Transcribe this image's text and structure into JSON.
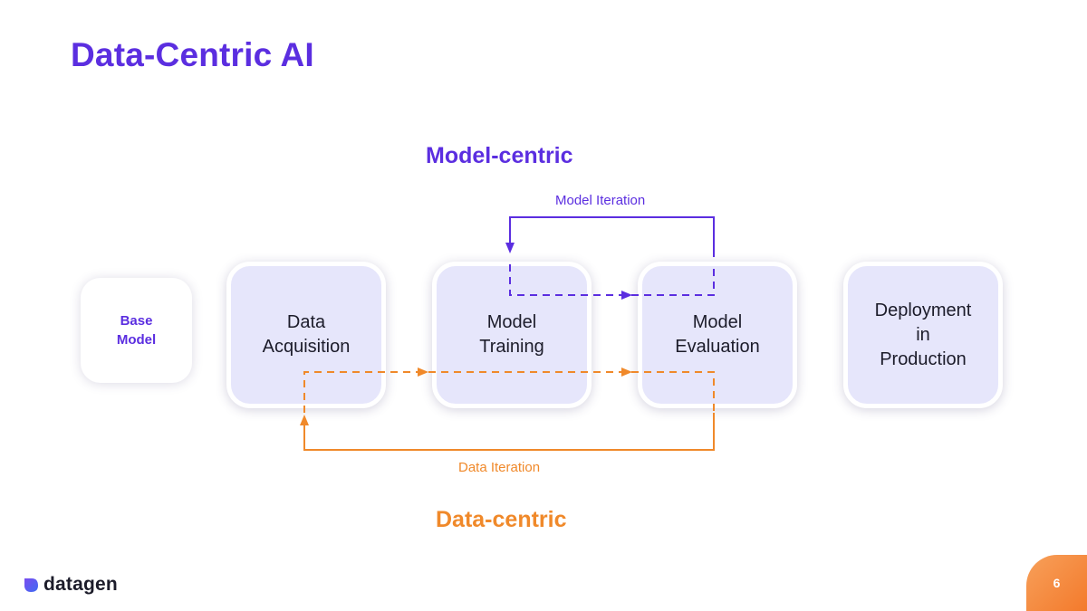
{
  "slide": {
    "title": "Data-Centric AI",
    "page_number": "6"
  },
  "labels": {
    "model_centric": "Model-centric",
    "data_centric": "Data-centric",
    "model_iteration": "Model Iteration",
    "data_iteration": "Data Iteration"
  },
  "nodes": {
    "base_model": [
      "Base",
      "Model"
    ],
    "data_acquisition": [
      "Data",
      "Acquisition"
    ],
    "model_training": [
      "Model",
      "Training"
    ],
    "model_evaluation": [
      "Model",
      "Evaluation"
    ],
    "deployment": [
      "Deployment",
      "in",
      "Production"
    ]
  },
  "brand": {
    "name": "datagen"
  },
  "colors": {
    "model_centric": "#5b2ee0",
    "data_centric": "#f0892a",
    "stage_fill": "#e6e6fb"
  }
}
